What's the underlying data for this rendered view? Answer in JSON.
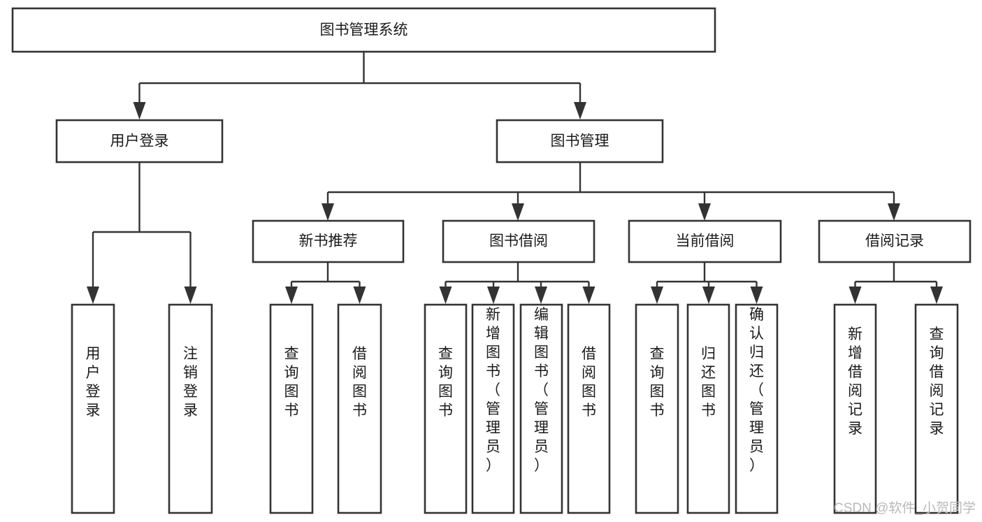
{
  "diagram": {
    "type": "tree-flowchart",
    "root": {
      "id": "root",
      "label": "图书管理系统"
    },
    "level1": [
      {
        "id": "user-login",
        "label": "用户登录"
      },
      {
        "id": "book-management",
        "label": "图书管理"
      }
    ],
    "level2": [
      {
        "id": "new-book-recommend",
        "label": "新书推荐",
        "parent": "book-management"
      },
      {
        "id": "book-borrow",
        "label": "图书借阅",
        "parent": "book-management"
      },
      {
        "id": "current-borrow",
        "label": "当前借阅",
        "parent": "book-management"
      },
      {
        "id": "borrow-record",
        "label": "借阅记录",
        "parent": "book-management"
      }
    ],
    "leaves": [
      {
        "id": "leaf-user-login",
        "label": "用户登录",
        "parent": "user-login"
      },
      {
        "id": "leaf-logout-login",
        "label": "注销登录",
        "parent": "user-login"
      },
      {
        "id": "leaf-query-book-1",
        "label": "查询图书",
        "parent": "new-book-recommend"
      },
      {
        "id": "leaf-borrow-book-1",
        "label": "借阅图书",
        "parent": "new-book-recommend"
      },
      {
        "id": "leaf-query-book-2",
        "label": "查询图书",
        "parent": "book-borrow"
      },
      {
        "id": "leaf-add-book",
        "label": "新增图书（管理员）",
        "parent": "book-borrow"
      },
      {
        "id": "leaf-edit-book",
        "label": "编辑图书（管理员）",
        "parent": "book-borrow"
      },
      {
        "id": "leaf-borrow-book-2",
        "label": "借阅图书",
        "parent": "book-borrow"
      },
      {
        "id": "leaf-query-book-3",
        "label": "查询图书",
        "parent": "current-borrow"
      },
      {
        "id": "leaf-return-book",
        "label": "归还图书",
        "parent": "current-borrow"
      },
      {
        "id": "leaf-confirm-return",
        "label": "确认归还（管理员）",
        "parent": "current-borrow"
      },
      {
        "id": "leaf-add-record",
        "label": "新增借阅记录",
        "parent": "borrow-record"
      },
      {
        "id": "leaf-query-record",
        "label": "查询借阅记录",
        "parent": "borrow-record"
      }
    ],
    "colors": {
      "box_fill": "#ffffff",
      "box_stroke": "#333333",
      "text": "#1a1a1a",
      "background": "#ffffff",
      "watermark": "#b9b9b9"
    }
  },
  "watermark": {
    "text": "CSDN @软件_小贺同学"
  }
}
